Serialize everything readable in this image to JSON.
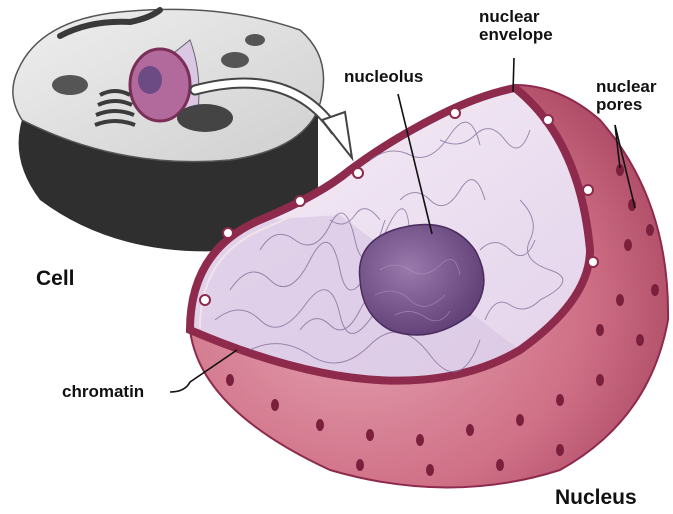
{
  "labels": {
    "nuclear_envelope": [
      "nuclear",
      "envelope"
    ],
    "nuclear_pores": [
      "nuclear",
      "pores"
    ],
    "nucleolus": "nucleolus",
    "cell": "Cell",
    "chromatin": "chromatin",
    "nucleus": "Nucleus"
  },
  "colors": {
    "envelope": "#8e2a4c",
    "nucleus_outer": "#cf6f86",
    "nucleoplasm": "#efe5f3",
    "nucleolus": "#6c4a83",
    "cell_body": "#d8d8d8",
    "cell_dark": "#2f2f2f"
  }
}
